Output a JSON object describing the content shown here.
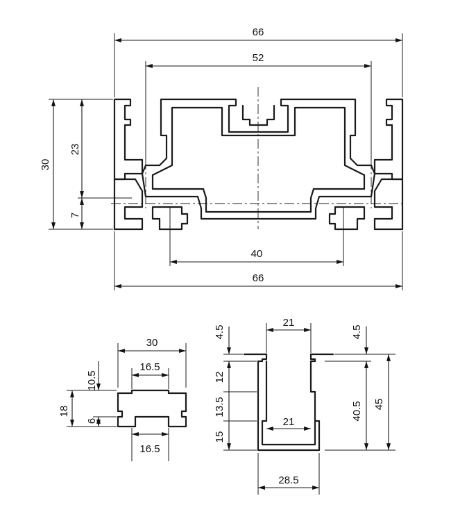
{
  "main_profile": {
    "overall_width_top": "66",
    "inner_width": "52",
    "height": "30",
    "upper_height": "23",
    "lower_height": "7",
    "bottom_inner_width": "40",
    "overall_width_bottom": "66"
  },
  "connector": {
    "width": "30",
    "top_slot": "16.5",
    "bottom_slot": "16.5",
    "height_upper": "10.5",
    "height_total": "18",
    "height_lower": "6"
  },
  "channel": {
    "top_width": "21",
    "inner_width": "21",
    "bottom_width": "28.5",
    "left_offset_top": "4.5",
    "left_h1": "12",
    "left_h2": "13.5",
    "left_h3": "15",
    "right_offset_top": "4.5",
    "right_inner_height": "40.5",
    "right_total_height": "45"
  }
}
